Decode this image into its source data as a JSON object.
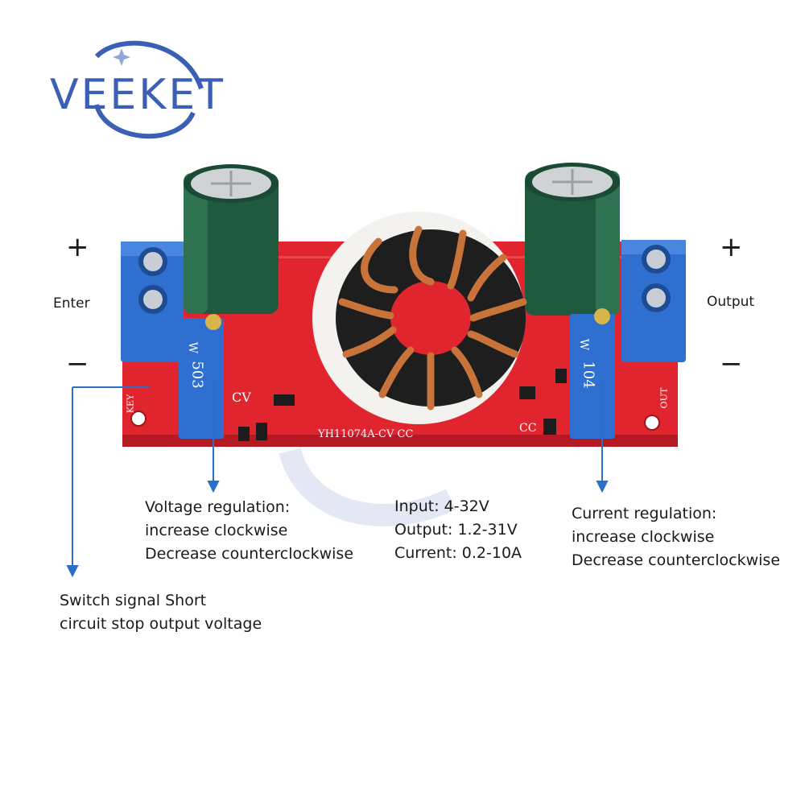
{
  "brand": {
    "logo_text": "VEEKET"
  },
  "board": {
    "pot_left_marking": "503",
    "pot_right_marking": "104",
    "pot_letter": "W",
    "cv_label": "CV",
    "cc_label": "CC",
    "model_silk": "YH11074A-CV CC",
    "key_silk": "KEY",
    "out_silk": "OUT"
  },
  "terminals": {
    "input_plus": "+",
    "input_minus": "−",
    "input_label": "Enter",
    "output_plus": "+",
    "output_minus": "−",
    "output_label": "Output"
  },
  "annotations": {
    "voltage": [
      "Voltage regulation:",
      "increase clockwise",
      "Decrease counterclockwise"
    ],
    "specs": [
      "Input: 4-32V",
      "Output: 1.2-31V",
      "Current: 0.2-10A"
    ],
    "current": [
      "Current regulation:",
      "increase clockwise",
      "Decrease counterclockwise"
    ],
    "switch": [
      "Switch signal Short",
      "circuit stop output voltage"
    ]
  },
  "colors": {
    "pcb": "#e0252e",
    "terminal": "#2f6fd0",
    "capacitor": "#1f5a3f",
    "copper": "#c8733a",
    "arrow": "#2a6fc8",
    "logo": "#3a5fb4"
  }
}
